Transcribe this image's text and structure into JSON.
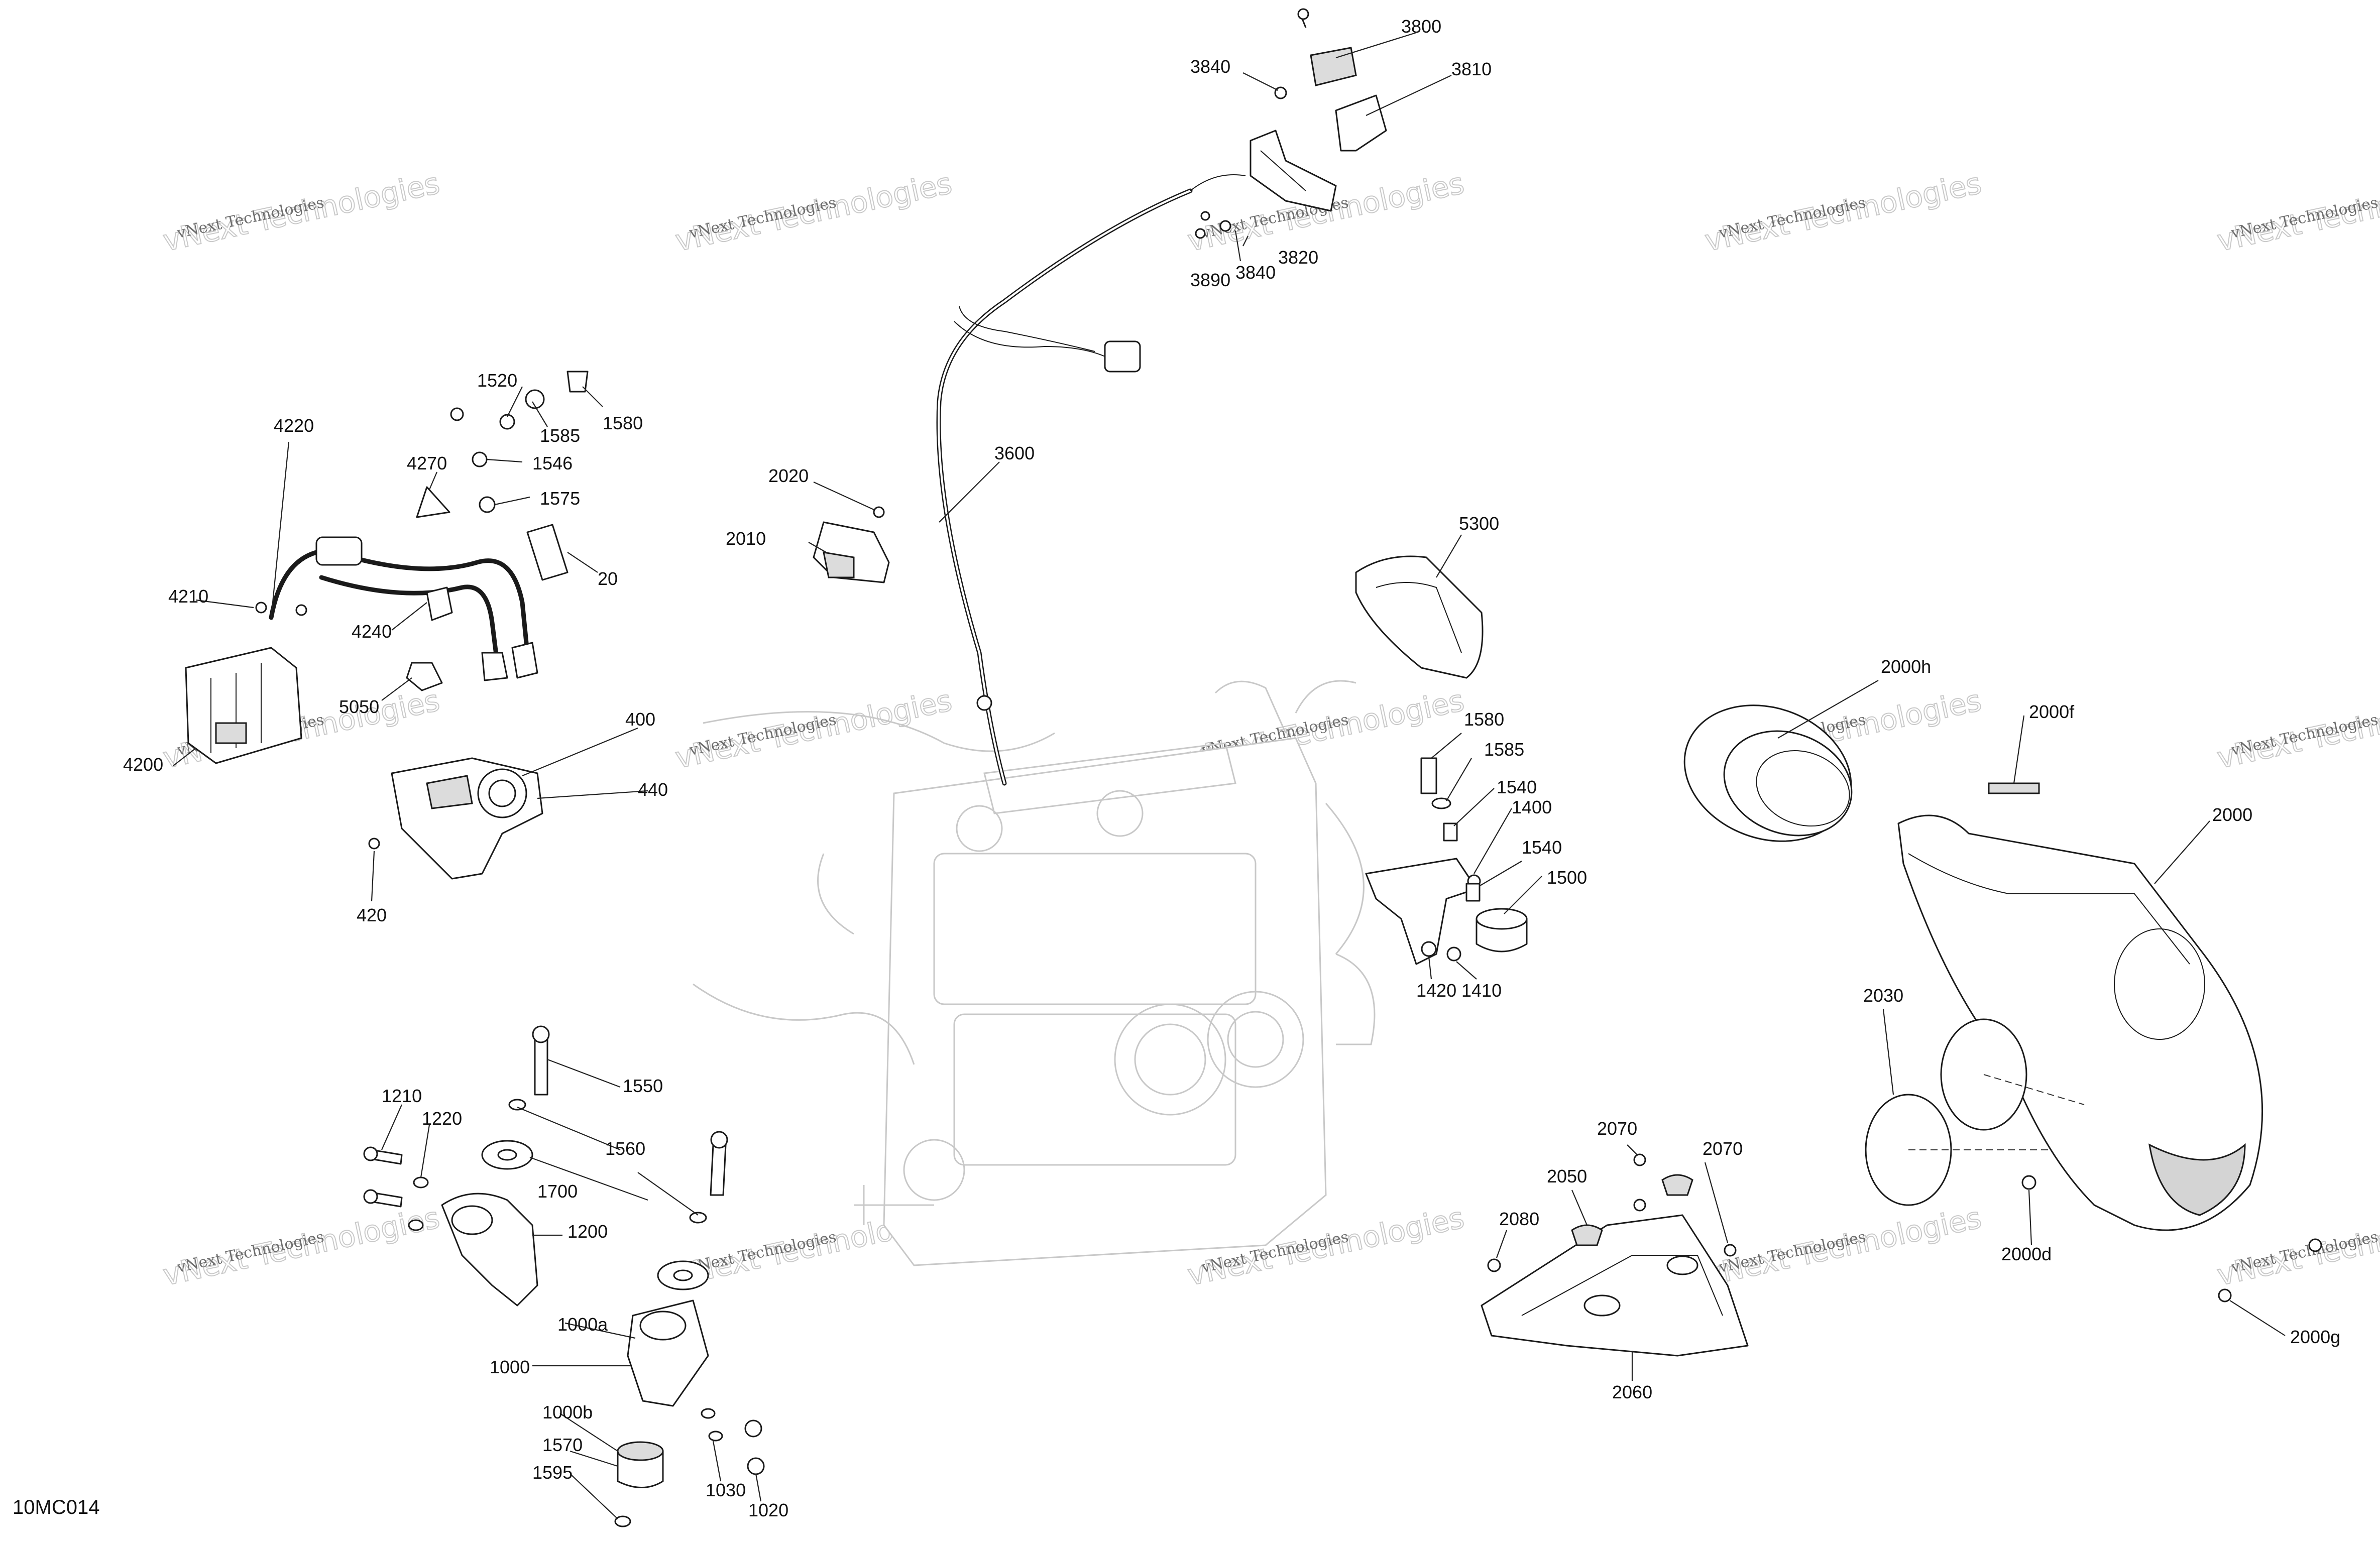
{
  "figure_id": "10MC014",
  "watermark": {
    "line1": "vNext Technologies",
    "line2": "vNext Technologies"
  },
  "callouts": {
    "c3800": "3800",
    "c3810": "3810",
    "c3840a": "3840",
    "c3820": "3820",
    "c3890": "3890",
    "c3840b": "3840",
    "c3600": "3600",
    "c2020": "2020",
    "c2010": "2010",
    "c1520": "1520",
    "c1585a": "1585",
    "c1580a": "1580",
    "c1546": "1546",
    "c1575": "1575",
    "c20": "20",
    "c4220": "4220",
    "c4270": "4270",
    "c4210": "4210",
    "c4240": "4240",
    "c5050": "5050",
    "c4200": "4200",
    "c400": "400",
    "c440": "440",
    "c420": "420",
    "c5300": "5300",
    "c1580b": "1580",
    "c1585b": "1585",
    "c1540a": "1540",
    "c1400": "1400",
    "c1540b": "1540",
    "c1500": "1500",
    "c1420": "1420",
    "c1410": "1410",
    "c2000h": "2000h",
    "c2000f": "2000f",
    "c2000": "2000",
    "c2030": "2030",
    "c2000d": "2000d",
    "c2000g": "2000g",
    "c2070a": "2070",
    "c2070b": "2070",
    "c2050": "2050",
    "c2080": "2080",
    "c2060": "2060",
    "c1210": "1210",
    "c1220": "1220",
    "c1550": "1550",
    "c1560": "1560",
    "c1700": "1700",
    "c1200": "1200",
    "c1000a": "1000a",
    "c1000": "1000",
    "c1000b": "1000b",
    "c1570": "1570",
    "c1595": "1595",
    "c1030": "1030",
    "c1020": "1020"
  }
}
